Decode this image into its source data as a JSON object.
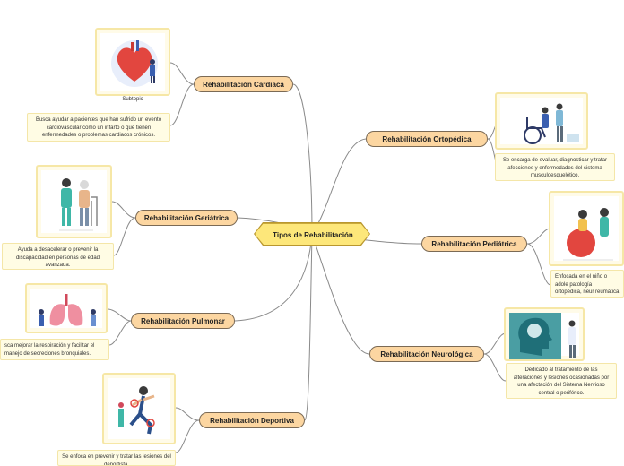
{
  "central": {
    "label": "Tipos de Rehabilitación"
  },
  "topics": {
    "cardiaca": {
      "label": "Rehabilitación Cardiaca",
      "subtopic": "Subtopic",
      "note": "Busca ayudar a pacientes que han sufrido un evento cardiovascular como un infarto o que tienen enfermedades o problemas cardiacos crónicos."
    },
    "geriatrica": {
      "label": "Rehabilitación Geriátrica",
      "note": "Ayuda a desacelerar o prevenir la discapacidad en personas de edad avanzada."
    },
    "pulmonar": {
      "label": "Rehabilitación Pulmonar",
      "note": "sca mejorar la respiración y facilitar el manejo de secreciones bronquiales."
    },
    "deportiva": {
      "label": "Rehabilitación Deportiva",
      "note": "Se enfoca en prevenir y tratar las lesiones del deportista."
    },
    "ortopedica": {
      "label": "Rehabilitación Ortopédica",
      "note": "Se encarga de evaluar, diagnosticar y tratar afecciones y enfermedades del sistema musculoesquelético."
    },
    "pediatrica": {
      "label": "Rehabilitación Pediátrica",
      "note": "Enfocada en el niño o adole patología ortopédica, neur reumática u oncológ"
    },
    "neurologica": {
      "label": "Rehabilitación Neurológica",
      "note": "Dedicado al tratamiento de las alteraciones y lesiones ocasionadas por una afectación del Sistema Nervioso central o periférico."
    }
  },
  "colors": {
    "central_fill": "#fde77a",
    "topic_fill": "#fcd6a1",
    "note_fill": "#fffce4",
    "connector": "#8a8a8a"
  }
}
